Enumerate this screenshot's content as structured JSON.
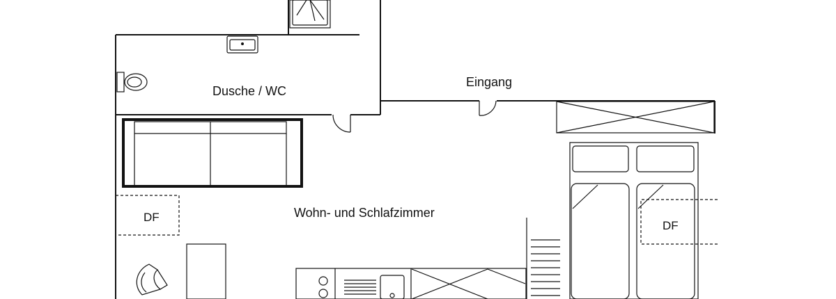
{
  "rooms": {
    "bathroom": "Dusche / WC",
    "entrance": "Eingang",
    "living": "Wohn- und Schlafzimmer"
  },
  "df_markers": {
    "left": "DF",
    "right": "DF"
  },
  "icons": {
    "shower": "shower-icon",
    "sink": "sink-icon",
    "toilet": "toilet-icon",
    "sofa": "sofa-icon",
    "bed": "double-bed-icon",
    "chair": "chair-icon",
    "stove": "stove-icon",
    "stairs": "stairs-icon",
    "wardrobe": "wardrobe-icon"
  },
  "colors": {
    "line": "#111111",
    "background": "#ffffff"
  }
}
